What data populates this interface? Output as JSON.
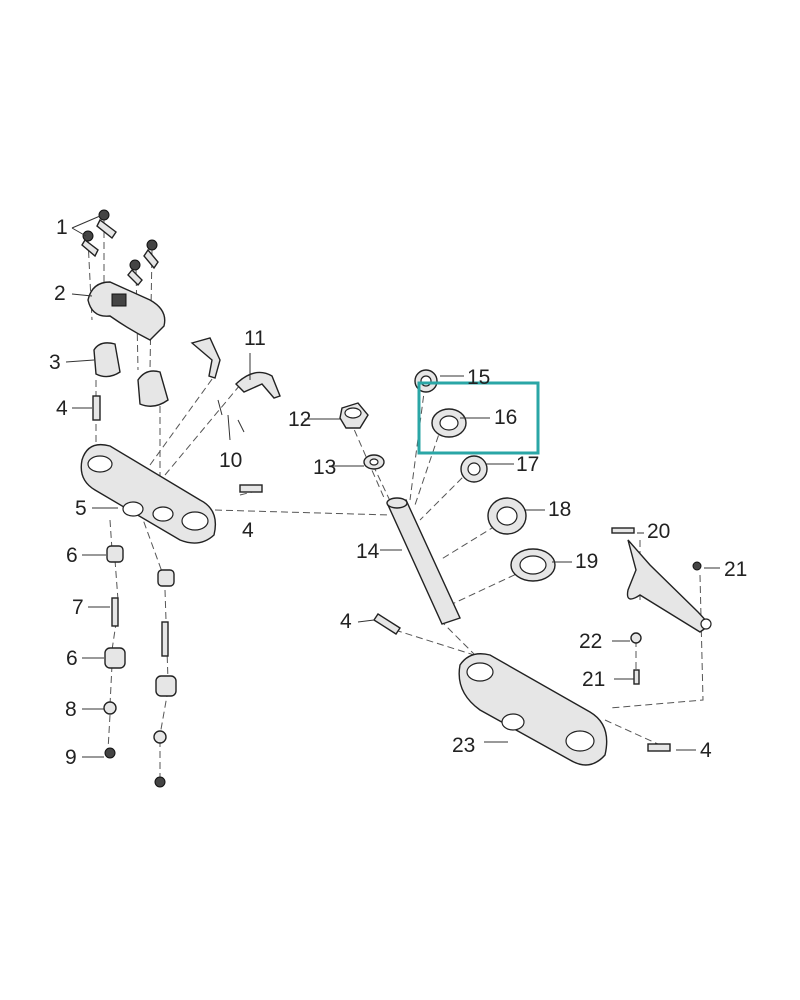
{
  "diagram": {
    "title": "Steering triple clamp exploded parts diagram",
    "highlight_color": "#2aa6a6",
    "highlighted_part": "16",
    "labels": [
      "1",
      "2",
      "3",
      "4",
      "5",
      "6",
      "7",
      "6",
      "8",
      "9",
      "10",
      "11",
      "4",
      "12",
      "13",
      "14",
      "15",
      "16",
      "17",
      "18",
      "19",
      "20",
      "21",
      "4",
      "22",
      "21",
      "23",
      "4"
    ]
  }
}
